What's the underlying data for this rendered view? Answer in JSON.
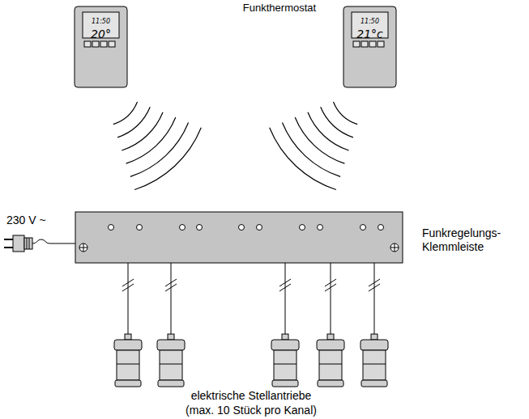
{
  "diagram": {
    "title": "Funkthermostat",
    "nodes": [
      {
        "text": [
          "11:50",
          "20°"
        ]
      },
      {
        "text": [
          "11:50",
          "21°c"
        ]
      },
      {
        "text": [
          "Funkregelungs-Klemmleiste"
        ]
      }
    ],
    "labels": [
      "230 V ~",
      "elektrische Stellantriebe",
      "(max. 10 Stück pro Kanal)"
    ]
  }
}
